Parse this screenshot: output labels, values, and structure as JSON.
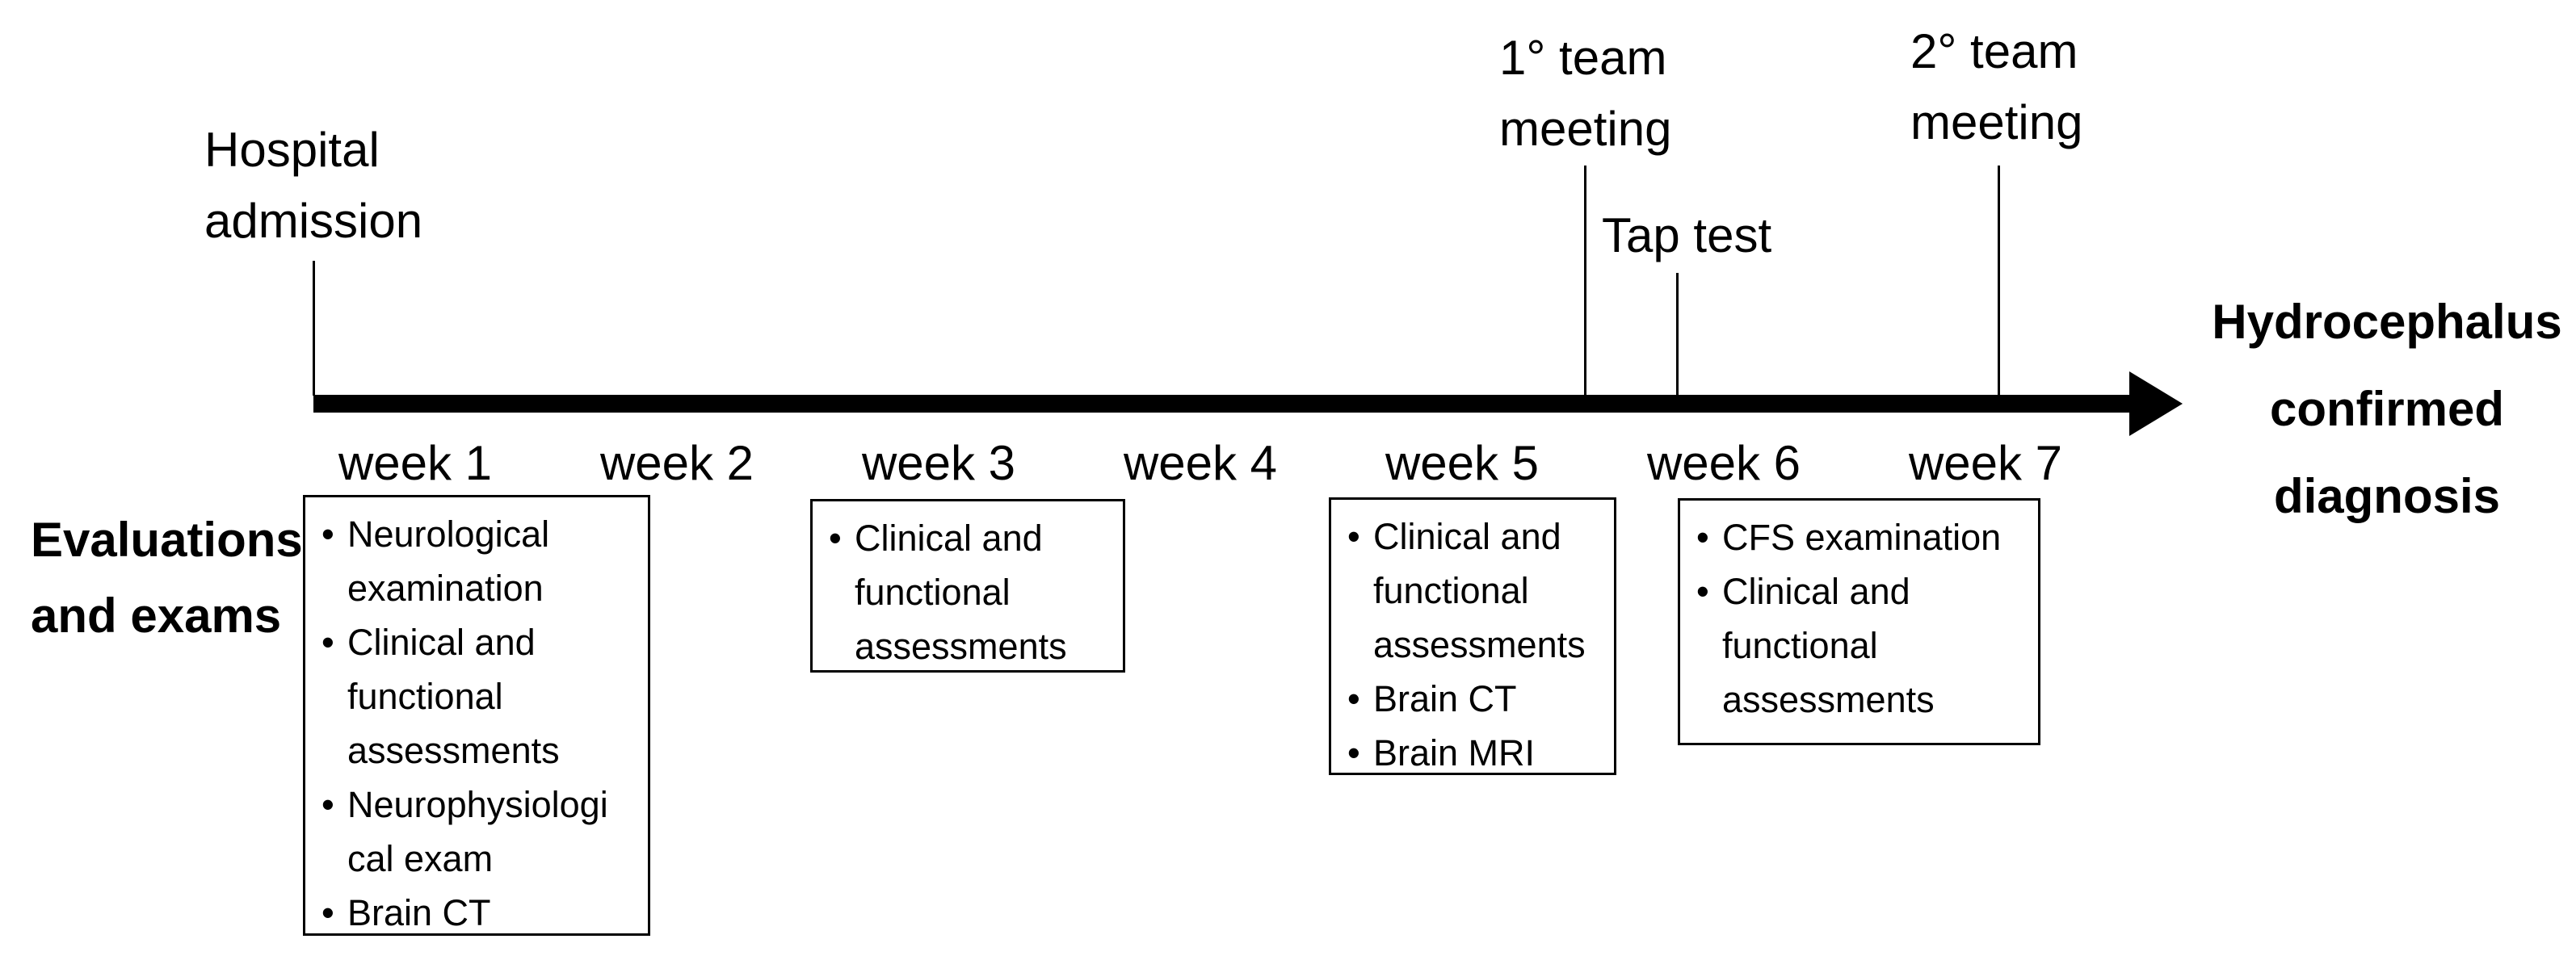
{
  "timeline": {
    "admission_label": "Hospital\nadmission",
    "team_meeting_1_label": "1° team\nmeeting",
    "tap_test_label": "Tap test",
    "team_meeting_2_label": "2° team\nmeeting",
    "outcome_label": "Hydrocephalus\nconfirmed\ndiagnosis",
    "weeks": [
      "week 1",
      "week 2",
      "week 3",
      "week 4",
      "week 5",
      "week 6",
      "week 7"
    ]
  },
  "evaluations": {
    "row_label": "Evaluations\nand exams",
    "boxes": [
      {
        "items": [
          "Neurological\nexamination",
          "Clinical and\nfunctional\nassessments",
          "Neurophysiologi\ncal exam",
          "Brain CT"
        ]
      },
      {
        "items": [
          "Clinical and\nfunctional\nassessments"
        ]
      },
      {
        "items": [
          "Clinical and\nfunctional\nassessments",
          "Brain CT",
          "Brain MRI"
        ]
      },
      {
        "items": [
          "CFS examination",
          "Clinical and\nfunctional\nassessments"
        ]
      }
    ]
  },
  "colors": {
    "ink": "#000000",
    "background": "#ffffff"
  }
}
